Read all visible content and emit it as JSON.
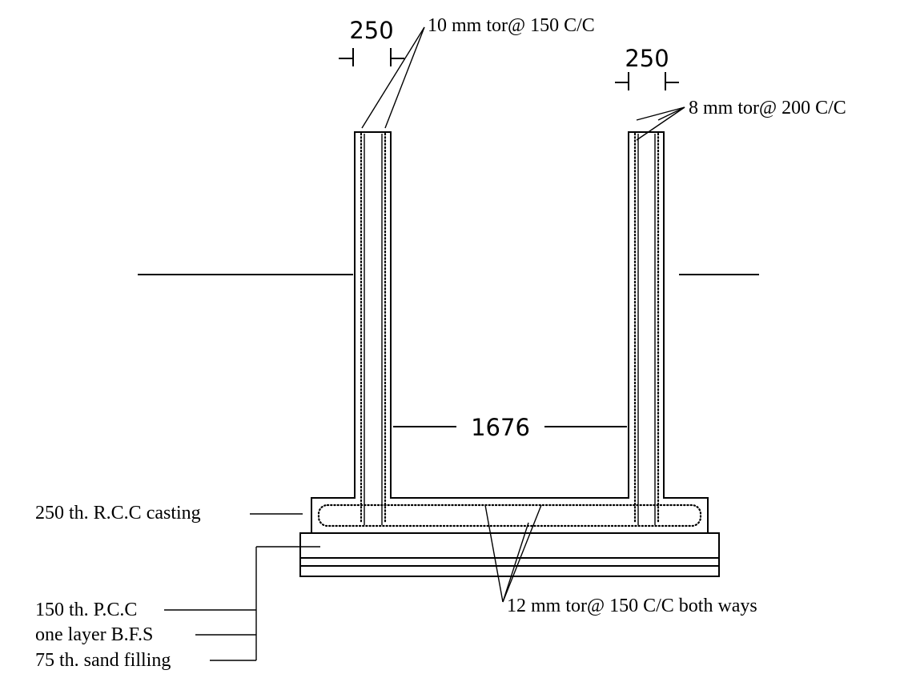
{
  "dimensions": {
    "left_wall_thickness": "250",
    "right_wall_thickness": "250",
    "inner_width": "1676"
  },
  "labels": {
    "left_wall_rebar": "10 mm tor@ 150 C/C",
    "right_wall_rebar": "8 mm tor@ 200 C/C",
    "rcc_casting": "250 th. R.C.C casting",
    "base_rebar": "12 mm tor@ 150 C/C both ways",
    "pcc": "150 th. P.C.C",
    "bfs": "one layer B.F.S",
    "sand": "75 th. sand filling"
  }
}
